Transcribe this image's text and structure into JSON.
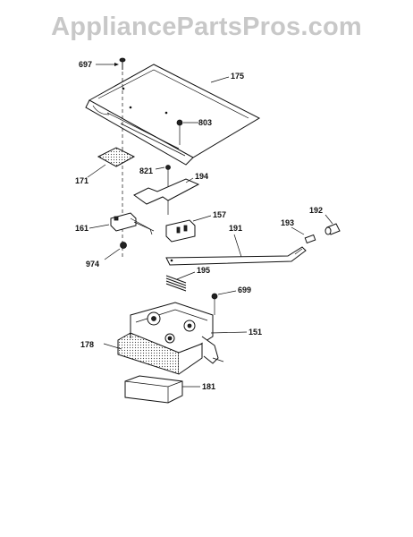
{
  "watermark": "AppliancePartsPros.com",
  "labels": {
    "p697": "697",
    "p175": "175",
    "p803": "803",
    "p171": "171",
    "p821": "821",
    "p194": "194",
    "p161": "161",
    "p157": "157",
    "p193": "193",
    "p192": "192",
    "p191": "191",
    "p974": "974",
    "p195": "195",
    "p699": "699",
    "p151": "151",
    "p178": "178",
    "p181": "181"
  }
}
